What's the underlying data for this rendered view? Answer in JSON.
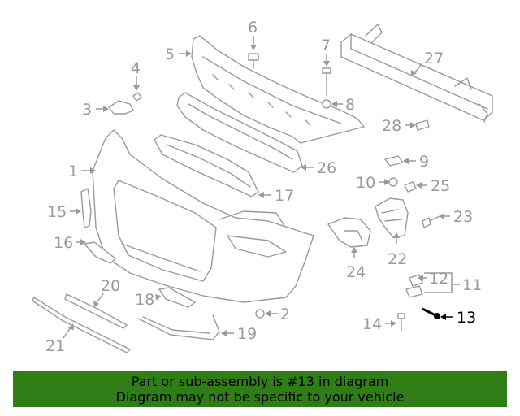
{
  "callouts": {
    "c1": "1",
    "c2": "2",
    "c3": "3",
    "c4": "4",
    "c5": "5",
    "c6": "6",
    "c7": "7",
    "c8": "8",
    "c9": "9",
    "c10": "10",
    "c11": "11",
    "c12": "12",
    "c13": "13",
    "c14": "14",
    "c15": "15",
    "c16": "16",
    "c17": "17",
    "c18": "18",
    "c19": "19",
    "c20": "20",
    "c21": "21",
    "c22": "22",
    "c23": "23",
    "c24": "24",
    "c25": "25",
    "c26": "26",
    "c27": "27",
    "c28": "28"
  },
  "highlighted_part": "13",
  "colors": {
    "highlight": "#000000",
    "banner": "#2f7d16",
    "lines": "#9a9a9a"
  },
  "banner": {
    "line1": "Part or sub-assembly is #13 in diagram",
    "line2": "Diagram may not be specific to your vehicle"
  }
}
